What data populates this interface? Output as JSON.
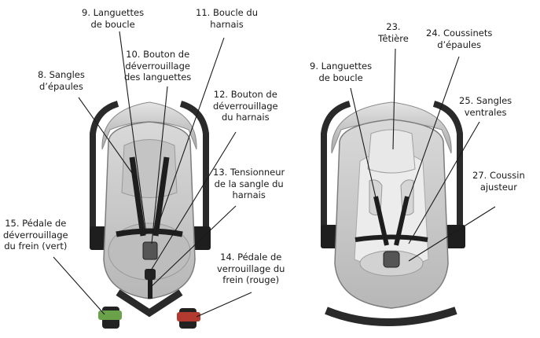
{
  "labels": {
    "l9a": [
      "9. Languettes",
      "de boucle"
    ],
    "l11": [
      "11. Boucle du",
      "harnais"
    ],
    "l10": [
      "10. Bouton de",
      "déverrouillage",
      "des languettes"
    ],
    "l8": [
      "8. Sangles",
      "d’épaules"
    ],
    "l12": [
      "12. Bouton de",
      "déverrouillage",
      "du harnais"
    ],
    "l13": [
      "13. Tensionneur",
      "de la sangle du",
      "harnais"
    ],
    "l15": [
      "15. Pédale de",
      "déverrouillage",
      "du frein (vert)"
    ],
    "l14": [
      "14. Pédale de",
      "verrouillage du",
      "frein (rouge)"
    ],
    "l23": [
      "23.",
      "Têtière"
    ],
    "l24": [
      "24. Coussinets",
      "d’épaules"
    ],
    "l9b": [
      "9. Languettes",
      "de boucle"
    ],
    "l25": [
      "25. Sangles",
      "ventrales"
    ],
    "l27": [
      "27. Coussin",
      "ajusteur"
    ]
  },
  "colors": {
    "leader": "#1a1a1a",
    "fabric": "#cfcfcf",
    "fabric_dark": "#9a9a9a",
    "frame": "#2a2a2a",
    "strap": "#1e1e1e"
  }
}
